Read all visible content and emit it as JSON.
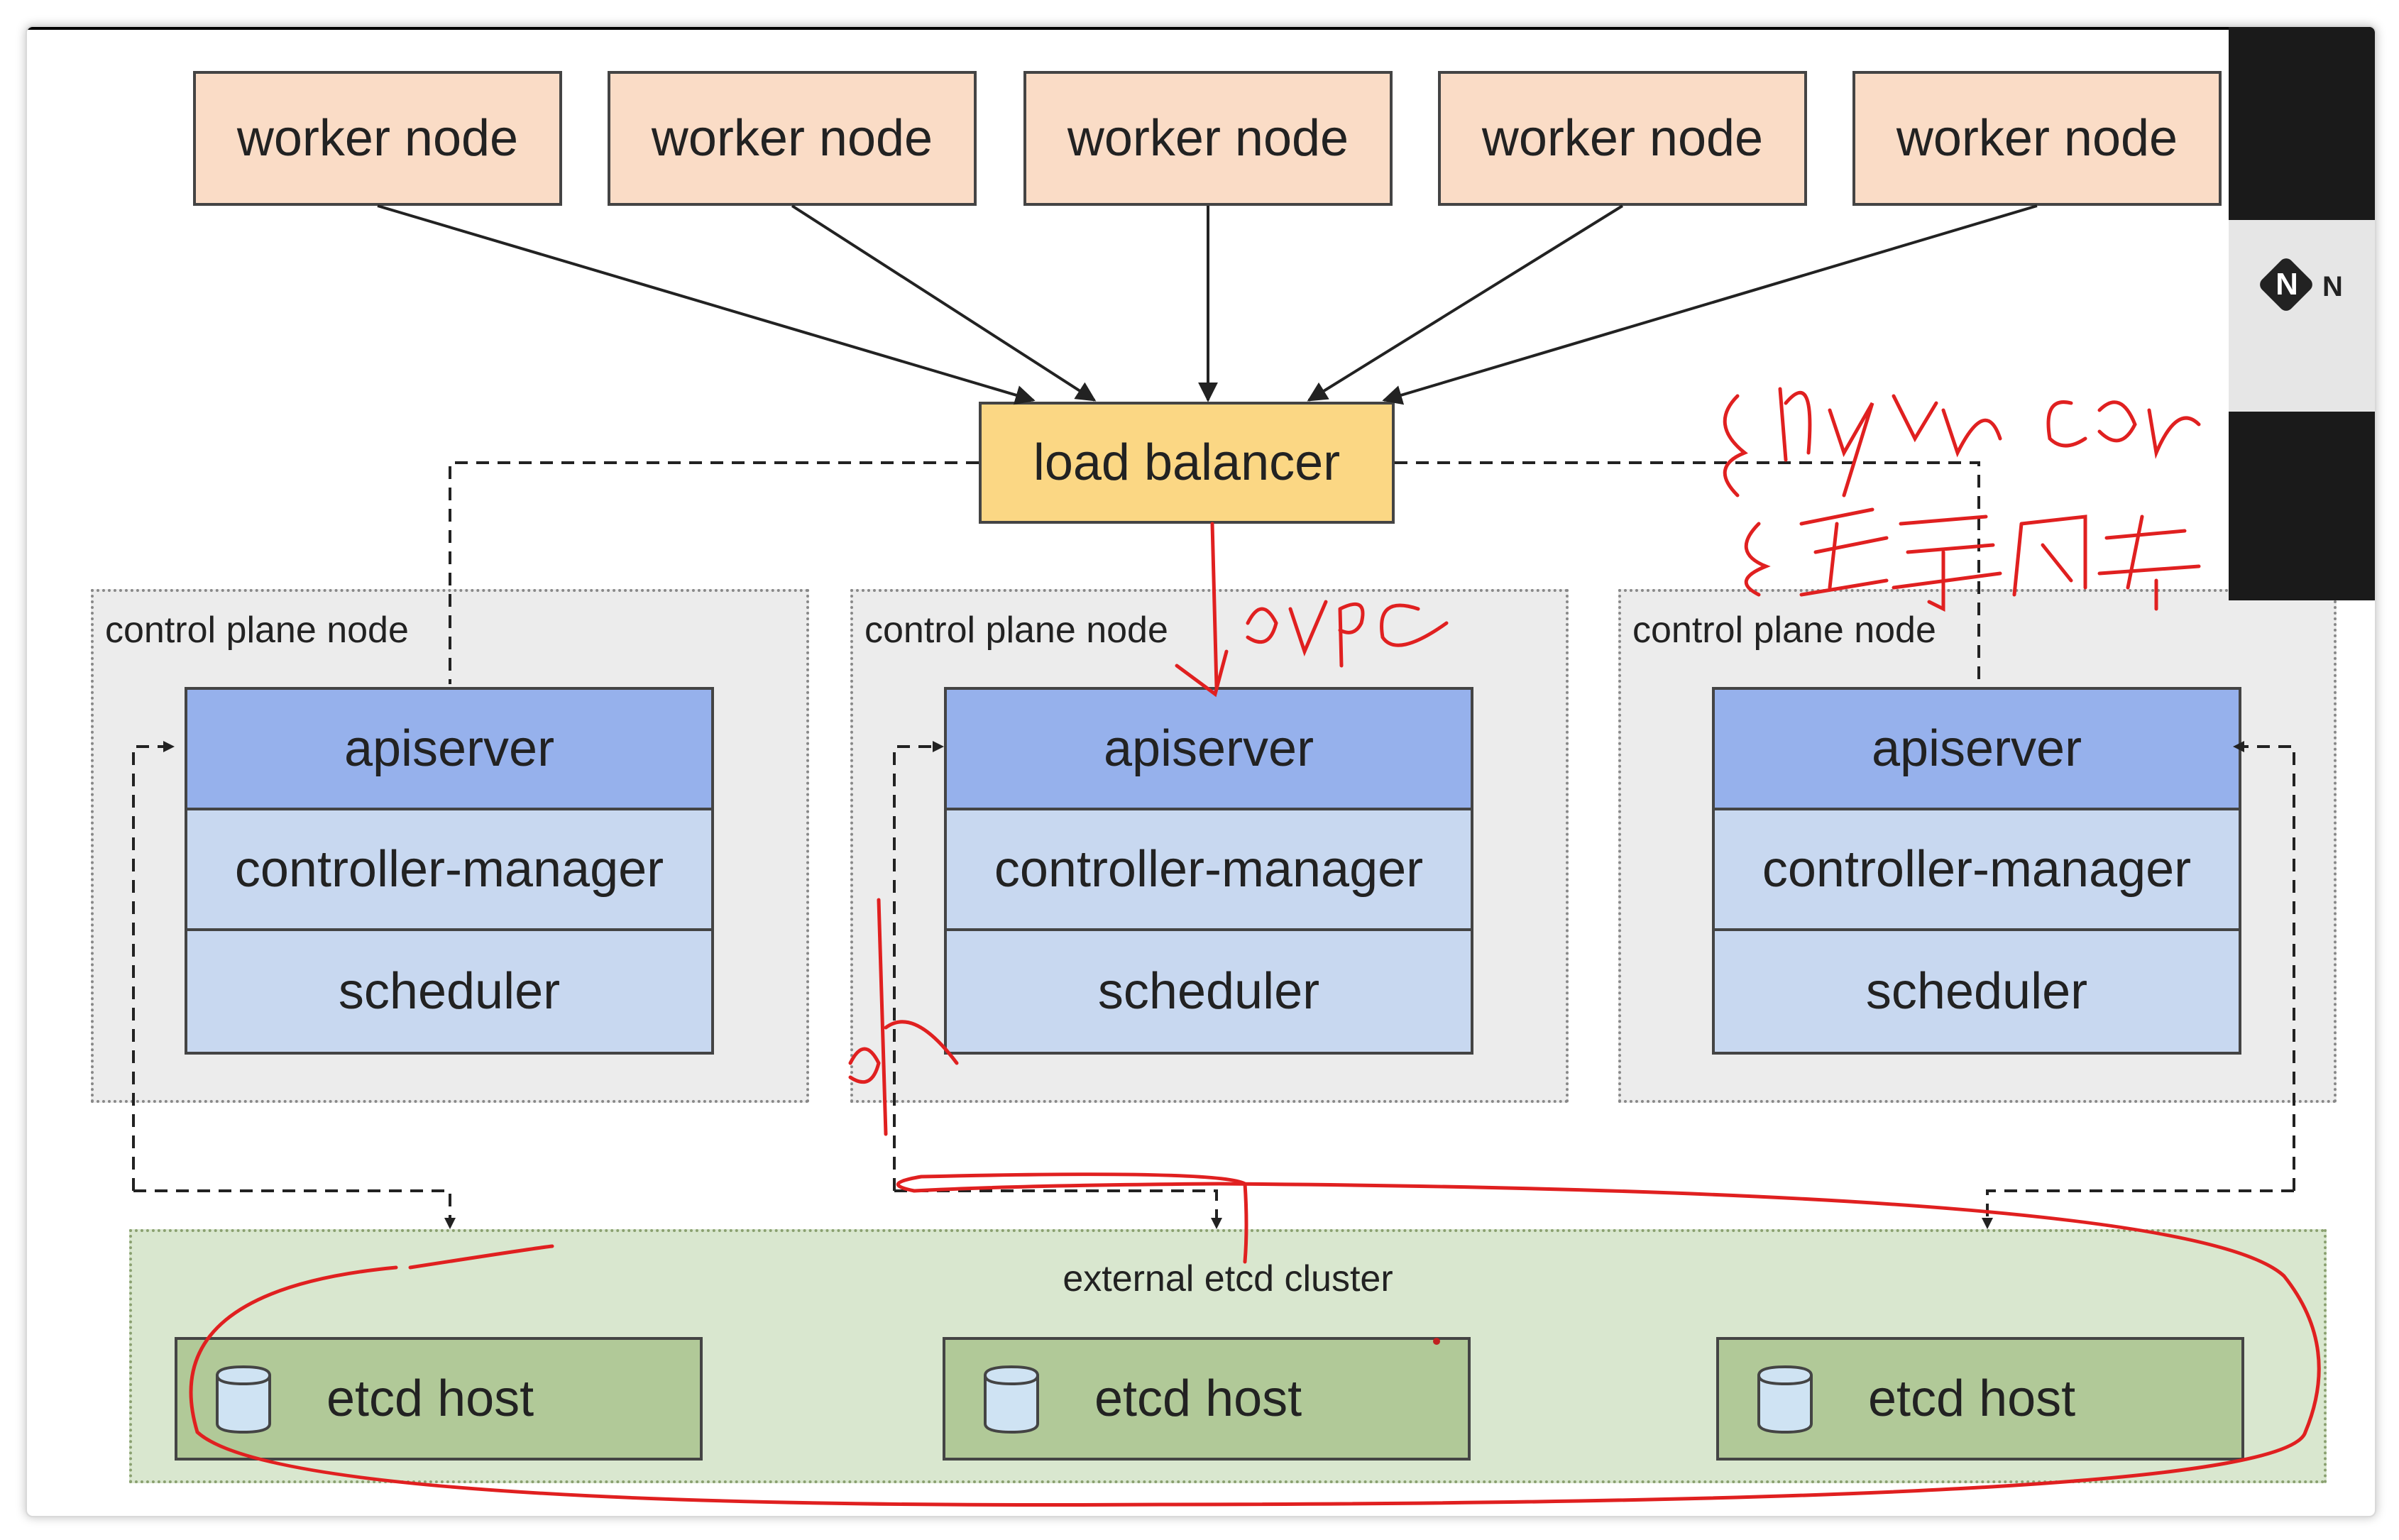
{
  "workers": [
    "worker node",
    "worker node",
    "worker node",
    "worker node",
    "worker node"
  ],
  "load_balancer": "load balancer",
  "control_planes": [
    {
      "label": "control plane node",
      "components": [
        "apiserver",
        "controller-manager",
        "scheduler"
      ]
    },
    {
      "label": "control plane node",
      "components": [
        "apiserver",
        "controller-manager",
        "scheduler"
      ]
    },
    {
      "label": "control plane node",
      "components": [
        "apiserver",
        "controller-manager",
        "scheduler"
      ]
    }
  ],
  "etcd_cluster": {
    "label": "external etcd cluster",
    "hosts": [
      "etcd host",
      "etcd host",
      "etcd host"
    ]
  },
  "annotations": {
    "grpc_top": "grpc",
    "grpc_side": "grpc",
    "nginx": "Nginx conf",
    "shared": "共享内存"
  },
  "webcam": {
    "logo_letter": "N",
    "logo_text": "N"
  }
}
